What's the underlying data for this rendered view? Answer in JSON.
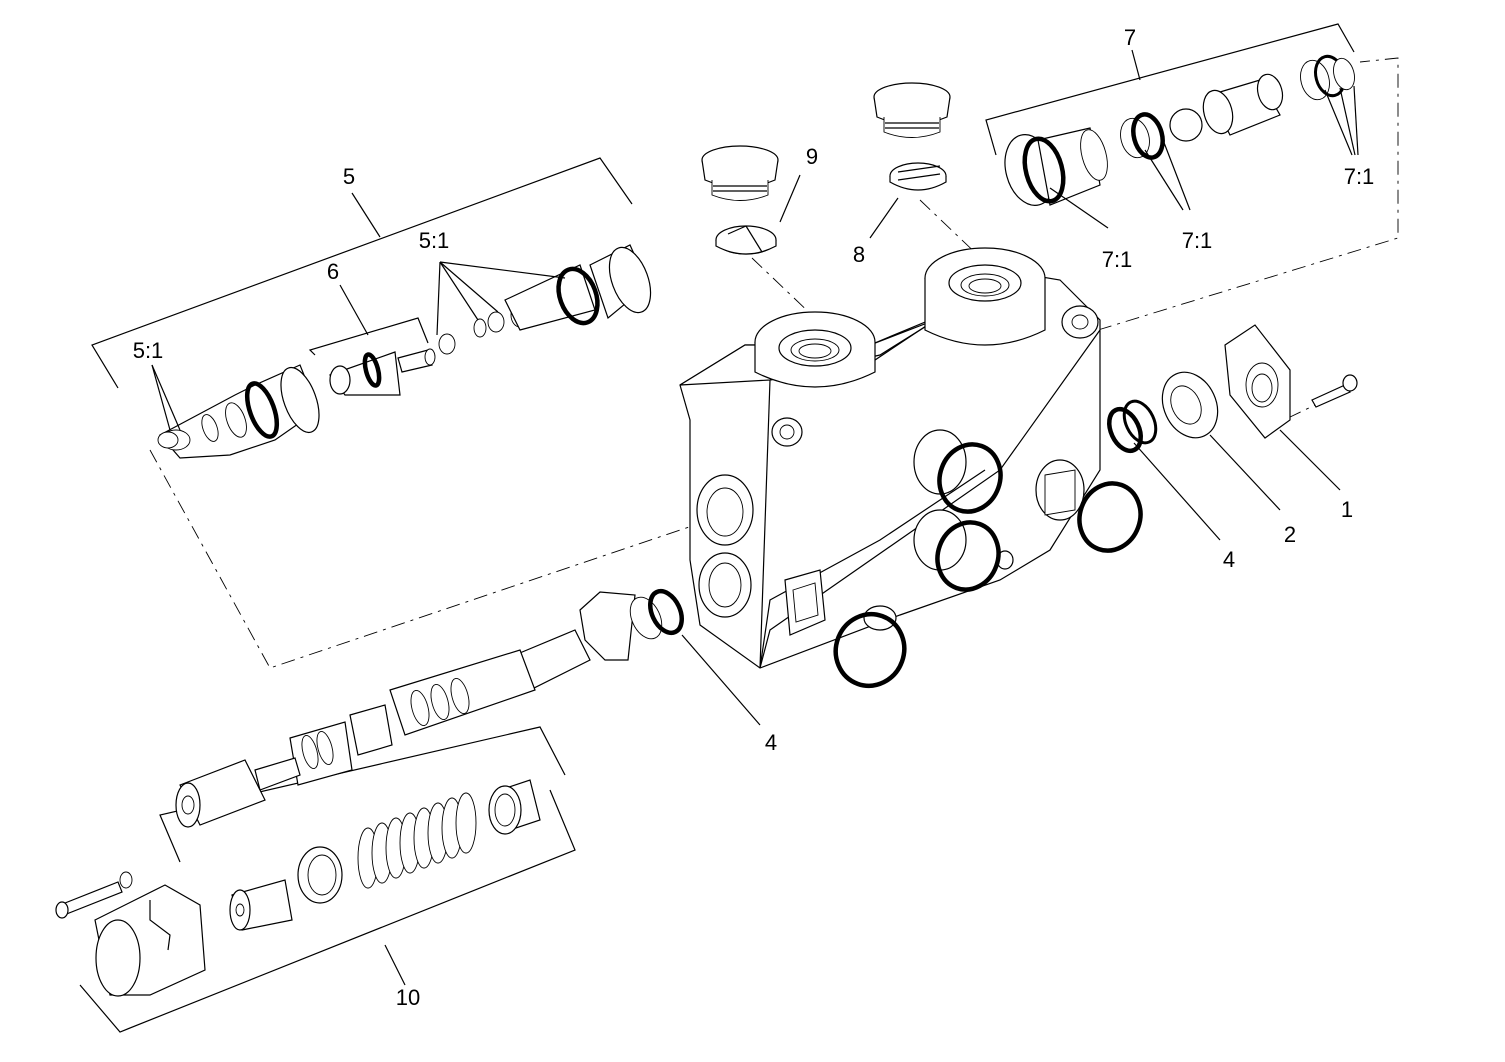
{
  "colors": {
    "ink": "#000000",
    "paper": "#ffffff"
  },
  "callouts": {
    "item_1": "1",
    "item_2": "2",
    "item_4_right": "4",
    "item_4_left": "4",
    "item_5": "5",
    "item_5_1_top": "5:1",
    "item_5_1_left": "5:1",
    "item_6": "6",
    "item_7": "7",
    "item_7_1_a": "7:1",
    "item_7_1_b": "7:1",
    "item_7_1_c": "7:1",
    "item_8": "8",
    "item_9": "9",
    "item_10": "10"
  }
}
